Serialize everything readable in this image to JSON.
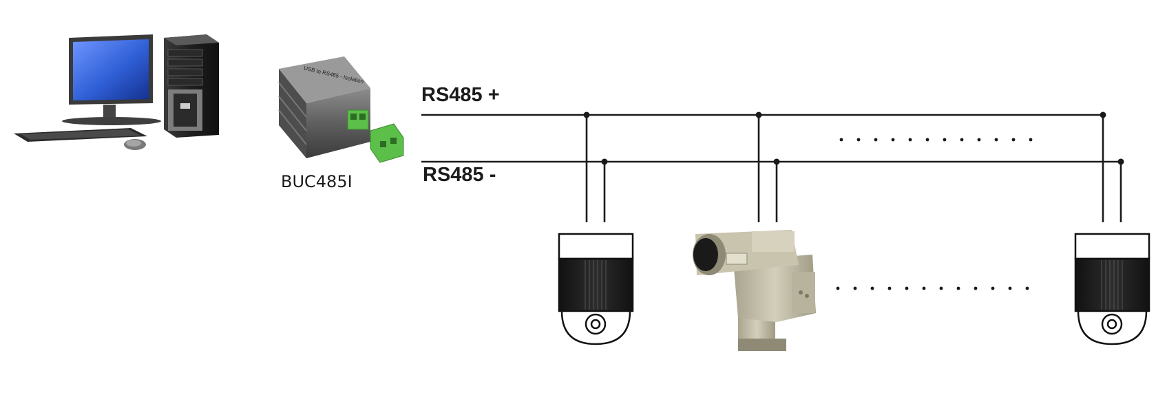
{
  "bus": {
    "positive_label": "RS485 +",
    "negative_label": "RS485 -"
  },
  "converter": {
    "name": "BUC485I",
    "case_text": "USB to RS485 - Isolation"
  },
  "devices": [
    {
      "name": "computer-workstation"
    },
    {
      "name": "dome-camera-1"
    },
    {
      "name": "ptz-camera"
    },
    {
      "name": "dome-camera-last"
    }
  ],
  "colors": {
    "bus_line": "#1a1a1a",
    "screen": "#2f5fd6",
    "terminal_green": "#5bbf4a",
    "ptz_body": "#c9c4ae"
  }
}
